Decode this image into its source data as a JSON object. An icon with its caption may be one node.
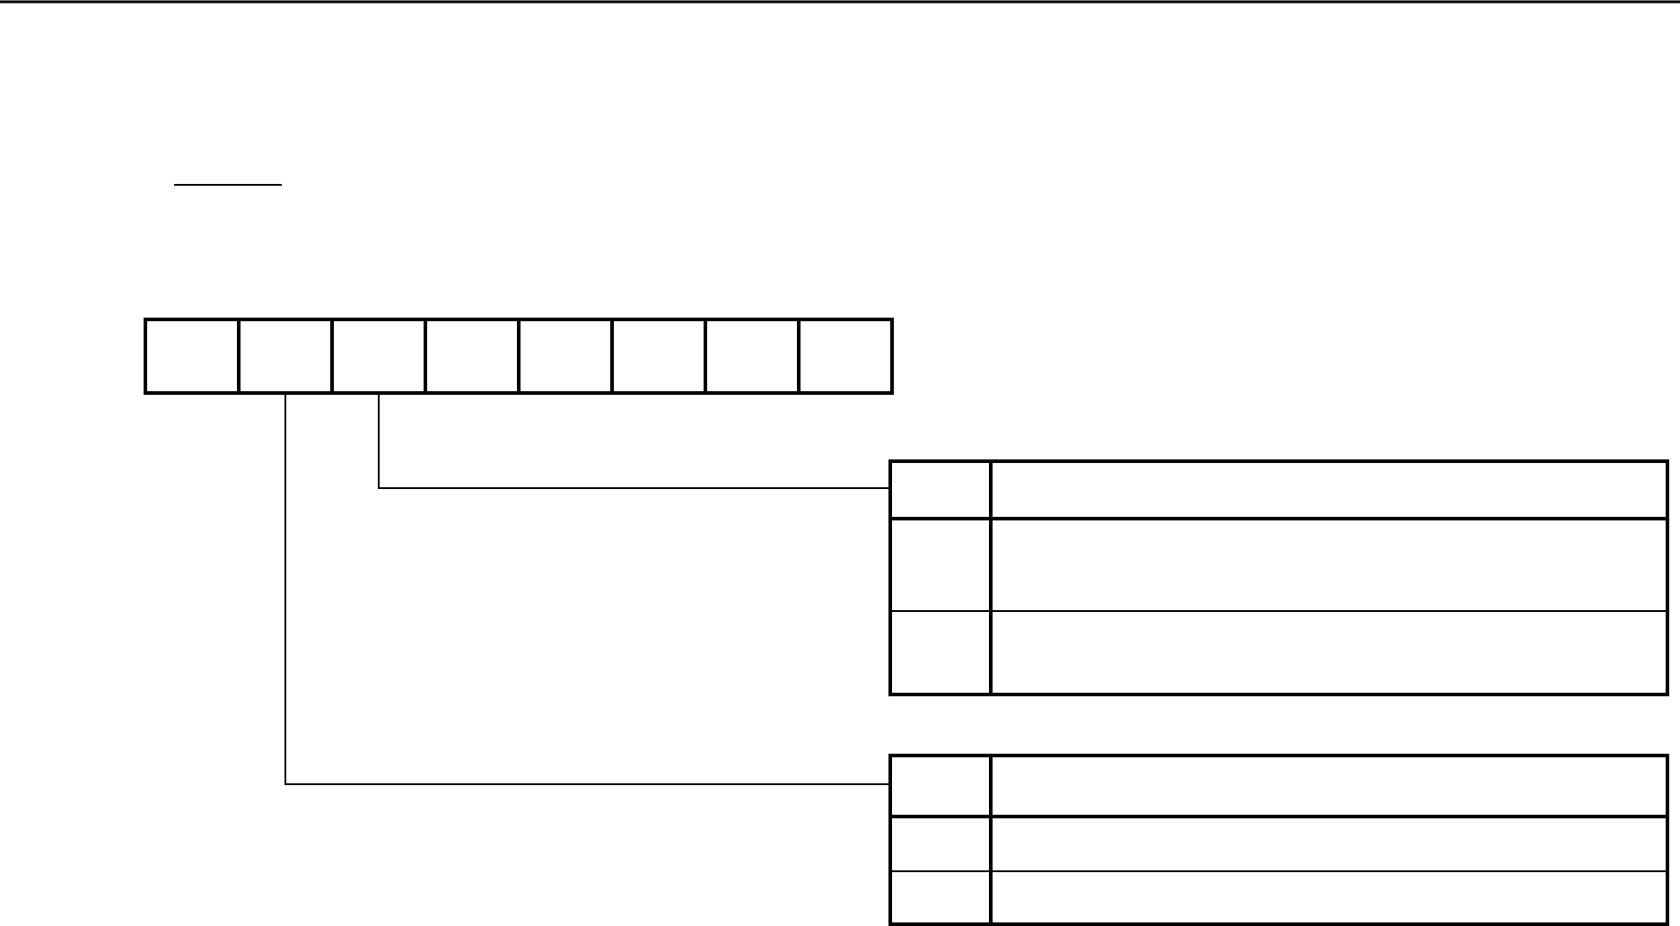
{
  "diagram": {
    "nodes": [
      {
        "text": [],
        "shape": "box"
      },
      {
        "text": [],
        "shape": "box"
      },
      {
        "text": [],
        "shape": "box"
      },
      {
        "text": [],
        "shape": "box"
      },
      {
        "text": [],
        "shape": "box"
      },
      {
        "text": [],
        "shape": "box"
      },
      {
        "text": [],
        "shape": "box"
      },
      {
        "text": [],
        "shape": "box"
      },
      {
        "text": [],
        "shape": "table"
      },
      {
        "text": [],
        "shape": "table"
      }
    ],
    "edges": [
      {
        "from": 2,
        "to": 8,
        "arrow": "none"
      },
      {
        "from": 1,
        "to": 9,
        "arrow": "none"
      }
    ]
  }
}
